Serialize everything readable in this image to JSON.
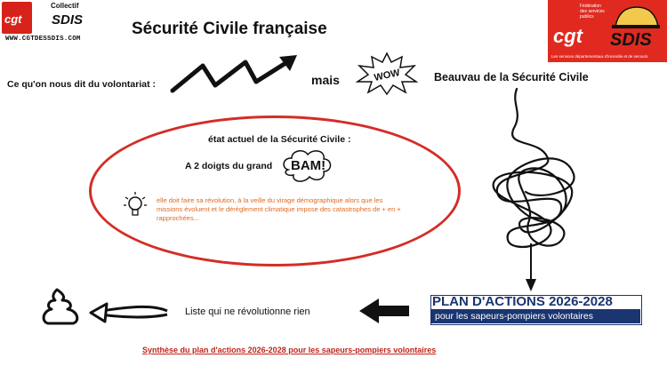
{
  "logo_left": {
    "cgt": "cgt",
    "collectif": "Collectif",
    "sdis": "SDIS",
    "site": "WWW.CGTDESSDIS.COM"
  },
  "logo_right": {
    "cgt": "cgt",
    "sdis": "SDIS",
    "small": "Fédération des services publics",
    "foot": "Les services départementaux d'incendie et de secours"
  },
  "title": "Sécurité Civile française",
  "volontariat_label": "Ce qu'on nous dit du volontariat :",
  "mais": "mais",
  "wow": "WOW",
  "beauvau": "Beauvau de la Sécurité Civile",
  "etat_label": "état actuel de la Sécurité Civile :",
  "doigts_label": "A 2 doigts du grand",
  "bam": "BAM!",
  "description": "elle doit faire sa révolution, à la veille du virage démographique alors que les missions évoluent et le dérèglement climatique impose des catastrophes de + en + rapprochées...",
  "liste": "Liste qui ne révolutionne rien",
  "plan_title": "PLAN D'ACTIONS 2026-2028",
  "plan_subtitle": "pour les sapeurs-pompiers volontaires",
  "synthese": "Synthèse du plan d'actions 2026-2028 pour les sapeurs-pompiers volontaires",
  "colors": {
    "red": "#d42d27",
    "navy": "#1a3570",
    "orange_text": "#e06a20"
  }
}
